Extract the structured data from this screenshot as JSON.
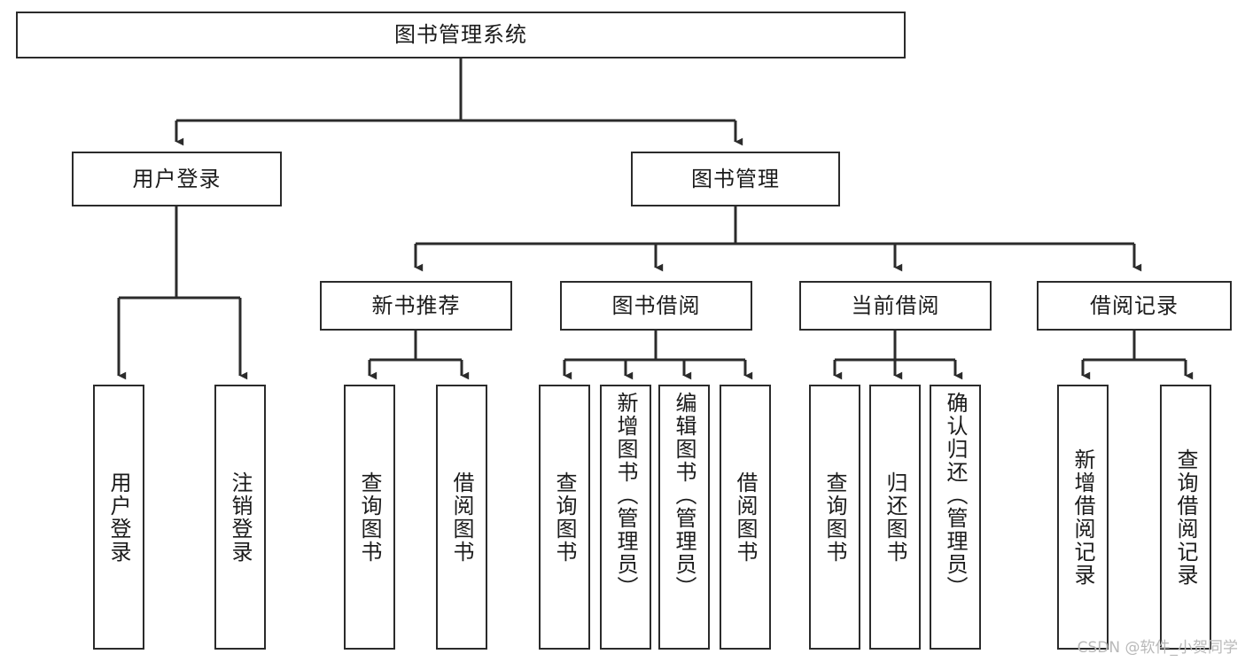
{
  "diagram": {
    "type": "tree-hierarchy",
    "title": "图书管理系统",
    "watermark": "CSDN @软件_小贺同学",
    "colors": {
      "stroke": "#2b2b2b",
      "fill": "#ffffff",
      "text": "#1b1b1b",
      "watermark": "#b9b9b9"
    },
    "levels": {
      "root": {
        "label": "图书管理系统"
      },
      "level2": [
        {
          "id": "user-login",
          "label": "用户登录"
        },
        {
          "id": "book-management",
          "label": "图书管理"
        }
      ],
      "level3": [
        {
          "id": "new-book-recommend",
          "label": "新书推荐",
          "parent": "book-management"
        },
        {
          "id": "book-borrow",
          "label": "图书借阅",
          "parent": "book-management"
        },
        {
          "id": "current-borrow",
          "label": "当前借阅",
          "parent": "book-management"
        },
        {
          "id": "borrow-record",
          "label": "借阅记录",
          "parent": "book-management"
        }
      ],
      "leaves": [
        {
          "id": "leaf-user-login",
          "label": "用户登录",
          "parent": "user-login"
        },
        {
          "id": "leaf-logout-login",
          "label": "注销登录",
          "parent": "user-login"
        },
        {
          "id": "leaf-query-book-1",
          "label": "查询图书",
          "parent": "new-book-recommend"
        },
        {
          "id": "leaf-borrow-book-1",
          "label": "借阅图书",
          "parent": "new-book-recommend"
        },
        {
          "id": "leaf-query-book-2",
          "label": "查询图书",
          "parent": "book-borrow"
        },
        {
          "id": "leaf-add-book",
          "label": "新增图书（管理员）",
          "parent": "book-borrow"
        },
        {
          "id": "leaf-edit-book",
          "label": "编辑图书（管理员）",
          "parent": "book-borrow"
        },
        {
          "id": "leaf-borrow-book-2",
          "label": "借阅图书",
          "parent": "book-borrow"
        },
        {
          "id": "leaf-query-book-3",
          "label": "查询图书",
          "parent": "current-borrow"
        },
        {
          "id": "leaf-return-book",
          "label": "归还图书",
          "parent": "current-borrow"
        },
        {
          "id": "leaf-confirm-return",
          "label": "确认归还（管理员）",
          "parent": "current-borrow"
        },
        {
          "id": "leaf-add-record",
          "label": "新增借阅记录",
          "parent": "borrow-record"
        },
        {
          "id": "leaf-query-record",
          "label": "查询借阅记录",
          "parent": "borrow-record"
        }
      ]
    }
  }
}
